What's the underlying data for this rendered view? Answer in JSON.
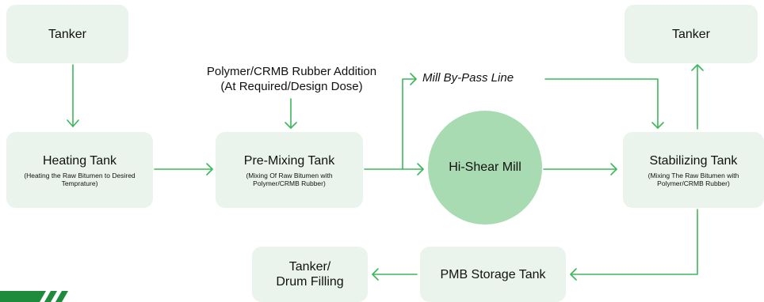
{
  "boxes": {
    "tanker_left": {
      "title": "Tanker"
    },
    "heating_tank": {
      "title": "Heating Tank",
      "sub": "(Heating the Raw Bitumen to Desired Temprature)"
    },
    "pre_mixing_tank": {
      "title": "Pre-Mixing Tank",
      "sub": "(Mixing Of Raw Bitumen with Polymer/CRMB Rubber)"
    },
    "hi_shear_mill": {
      "title": "Hi-Shear Mill"
    },
    "stabilizing_tank": {
      "title": "Stabilizing Tank",
      "sub": "(Mixing The Raw Bitumen with Polymer/CRMB Rubber)"
    },
    "tanker_right": {
      "title": "Tanker"
    },
    "pmb_storage_tank": {
      "title": "PMB Storage Tank"
    },
    "drum_filling": {
      "title": "Tanker/\nDrum Filling"
    }
  },
  "notes": {
    "polymer_addition": "Polymer/CRMB Rubber Addition\n(At Required/Design Dose)",
    "bypass": "Mill By-Pass Line"
  },
  "colors": {
    "box": "#eaf4ec",
    "circle": "#a8dbb1",
    "arrow": "#3bb85a",
    "logo": "#1e8a3c"
  }
}
